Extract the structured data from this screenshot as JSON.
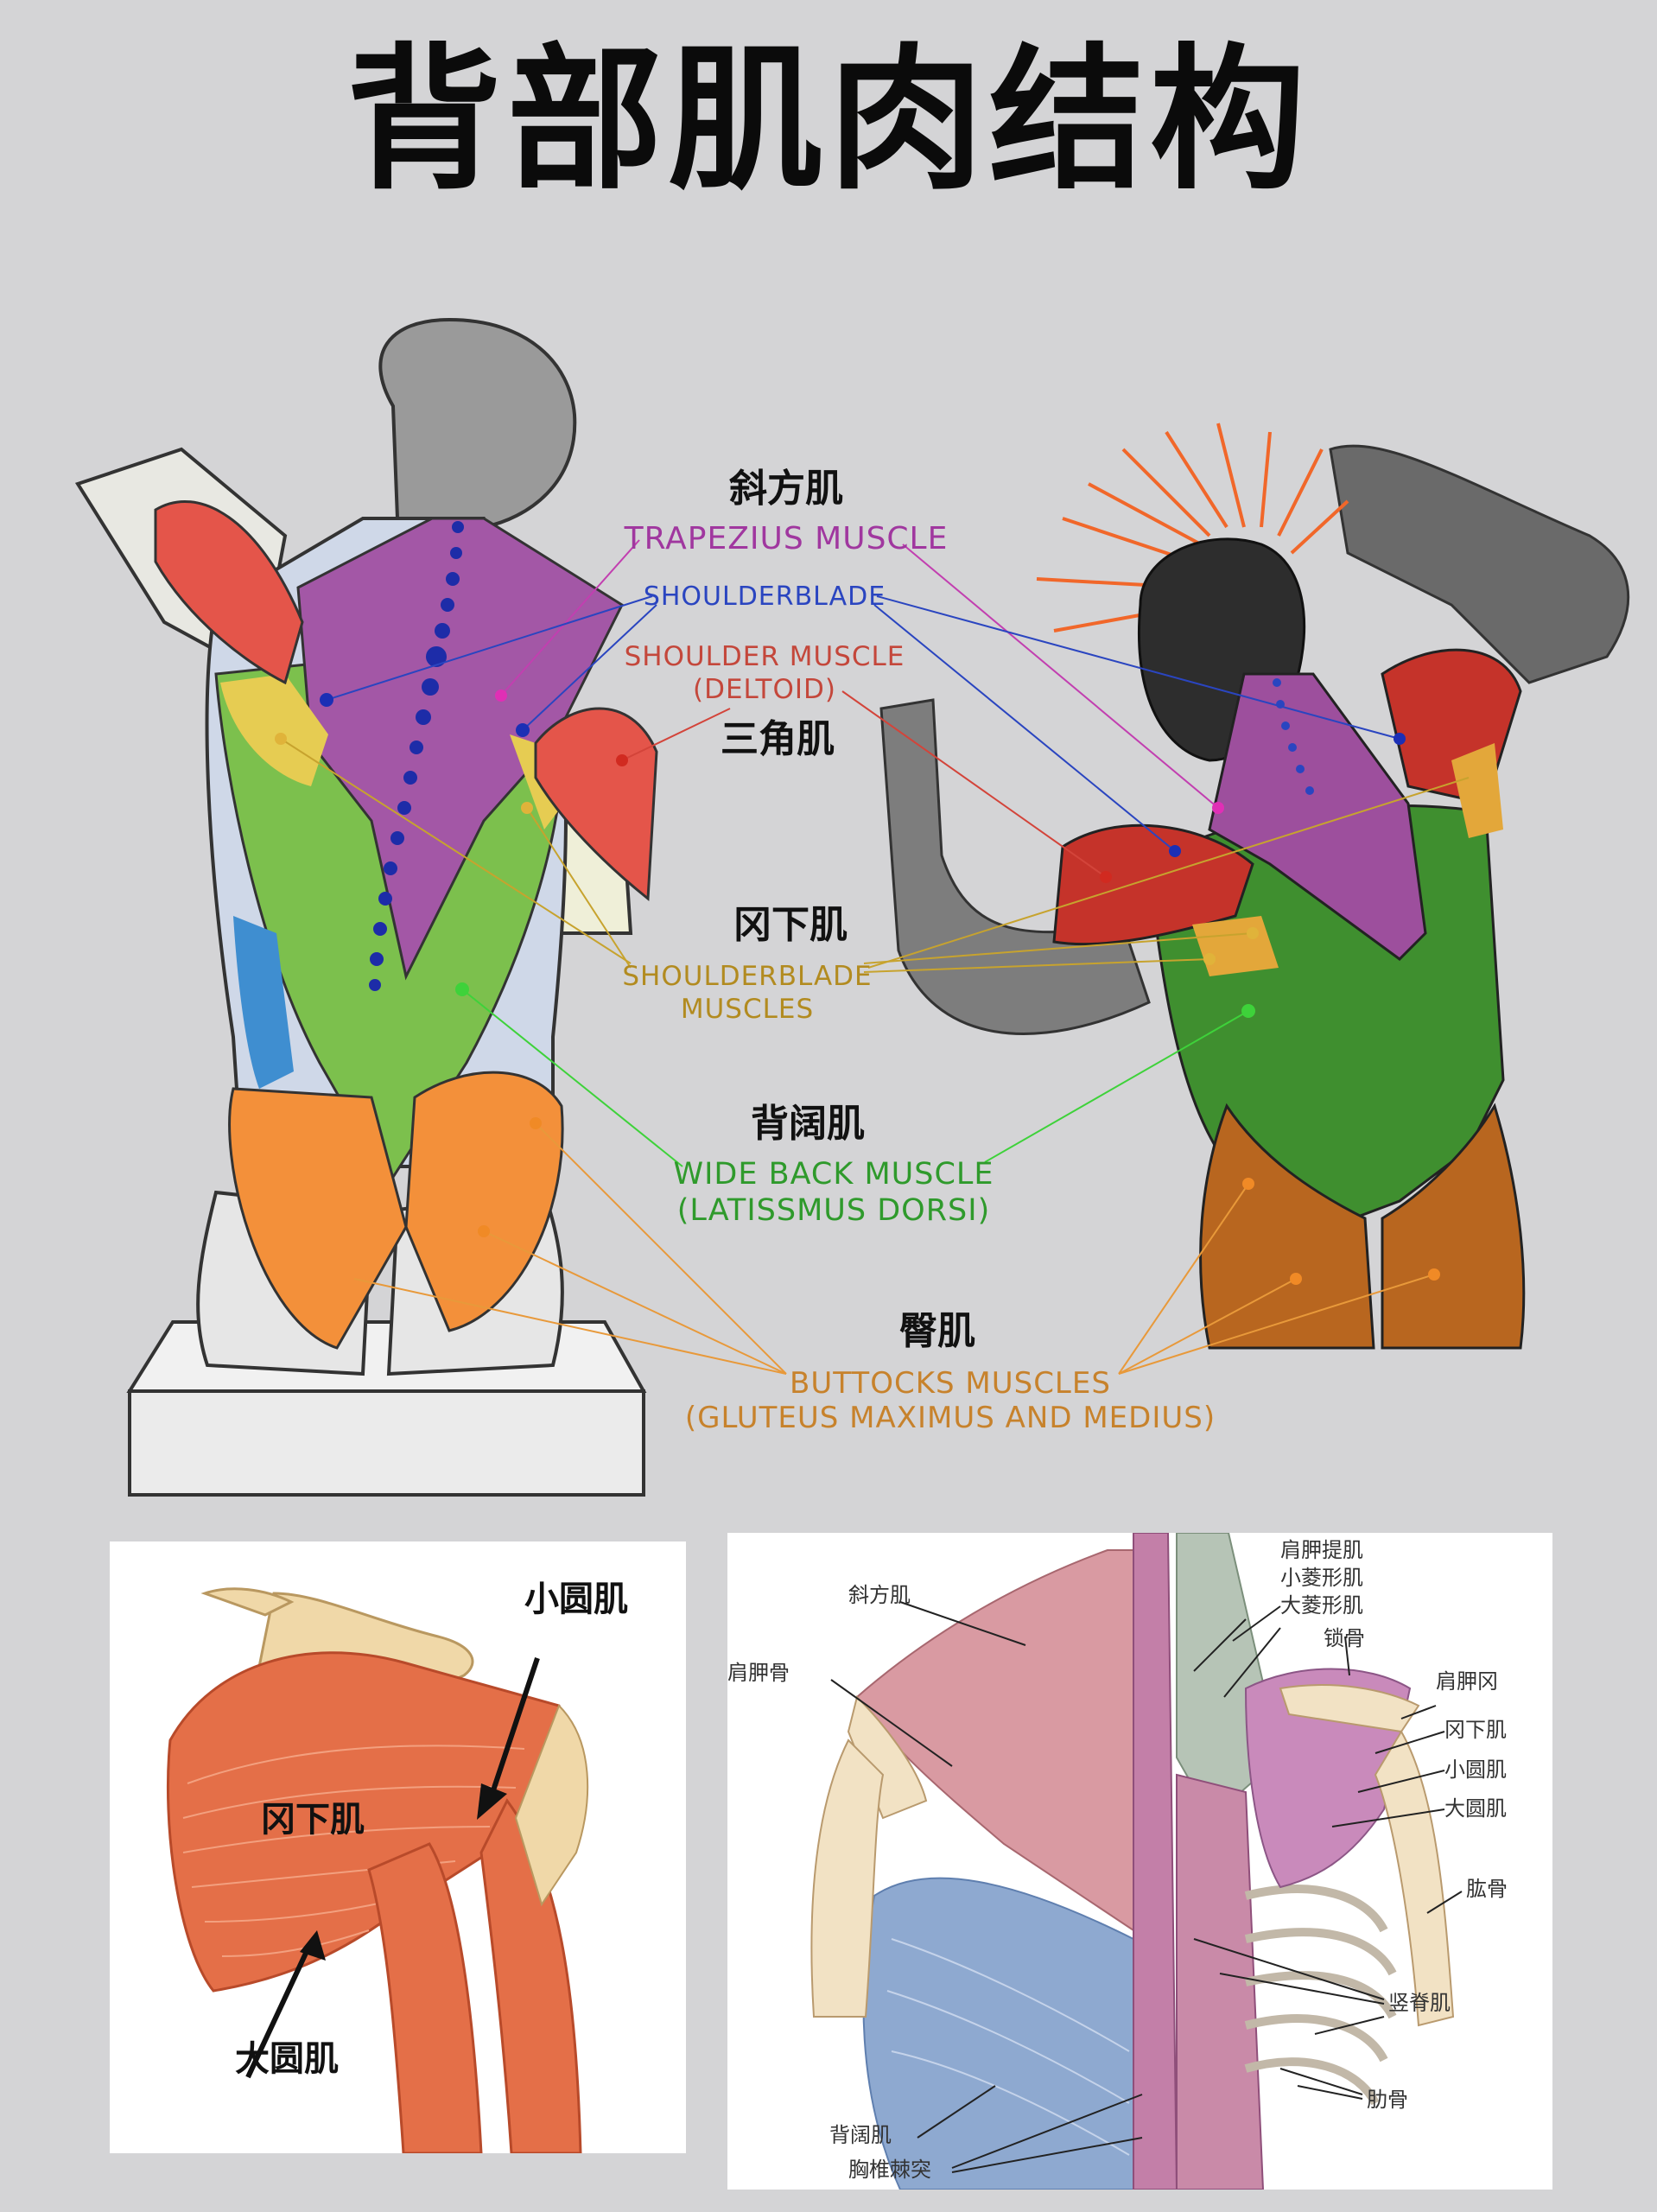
{
  "title": "背部肌肉结构",
  "main_figure": {
    "labels": {
      "trapezius_zh": "斜方肌",
      "trapezius_en": "TRAPEZIUS MUSCLE",
      "shoulderblade_en": "SHOULDERBLADE",
      "deltoid_en_1": "SHOULDER MUSCLE",
      "deltoid_en_2": "(DELTOID)",
      "deltoid_zh": "三角肌",
      "infraspinatus_zh": "冈下肌",
      "shoulderblade_muscles_en_1": "SHOULDERBLADE",
      "shoulderblade_muscles_en_2": "MUSCLES",
      "lat_zh": "背阔肌",
      "lat_en_1": "WIDE BACK MUSCLE",
      "lat_en_2": "(LATISSMUS DORSI)",
      "glute_zh": "臀肌",
      "glute_en_1": "BUTTOCKS MUSCLES",
      "glute_en_2": "(GLUTEUS MAXIMUS AND MEDIUS)"
    },
    "colors": {
      "trapezius": "#9c4f9e",
      "shoulderblade": "#2a45c0",
      "deltoid": "#e04a3f",
      "shoulderblade_muscles": "#c7a32e",
      "lat": "#5fae3a",
      "glute": "#f28a2a"
    }
  },
  "panel_left": {
    "labels": {
      "teres_minor": "小圆肌",
      "infraspinatus": "冈下肌",
      "teres_major": "大圆肌"
    }
  },
  "panel_right": {
    "labels": {
      "trapezius": "斜方肌",
      "scapula": "肩胛骨",
      "levator_scapulae": "肩胛提肌",
      "rhomboid_minor": "小菱形肌",
      "rhomboid_major": "大菱形肌",
      "clavicle": "锁骨",
      "acromion": "肩胛冈",
      "infraspinatus": "冈下肌",
      "teres_minor": "小圆肌",
      "teres_major": "大圆肌",
      "humerus": "肱骨",
      "erector_spinae": "竖脊肌",
      "ribs": "肋骨",
      "latissimus": "背阔肌",
      "thoracic_spinous": "胸椎棘突"
    }
  }
}
